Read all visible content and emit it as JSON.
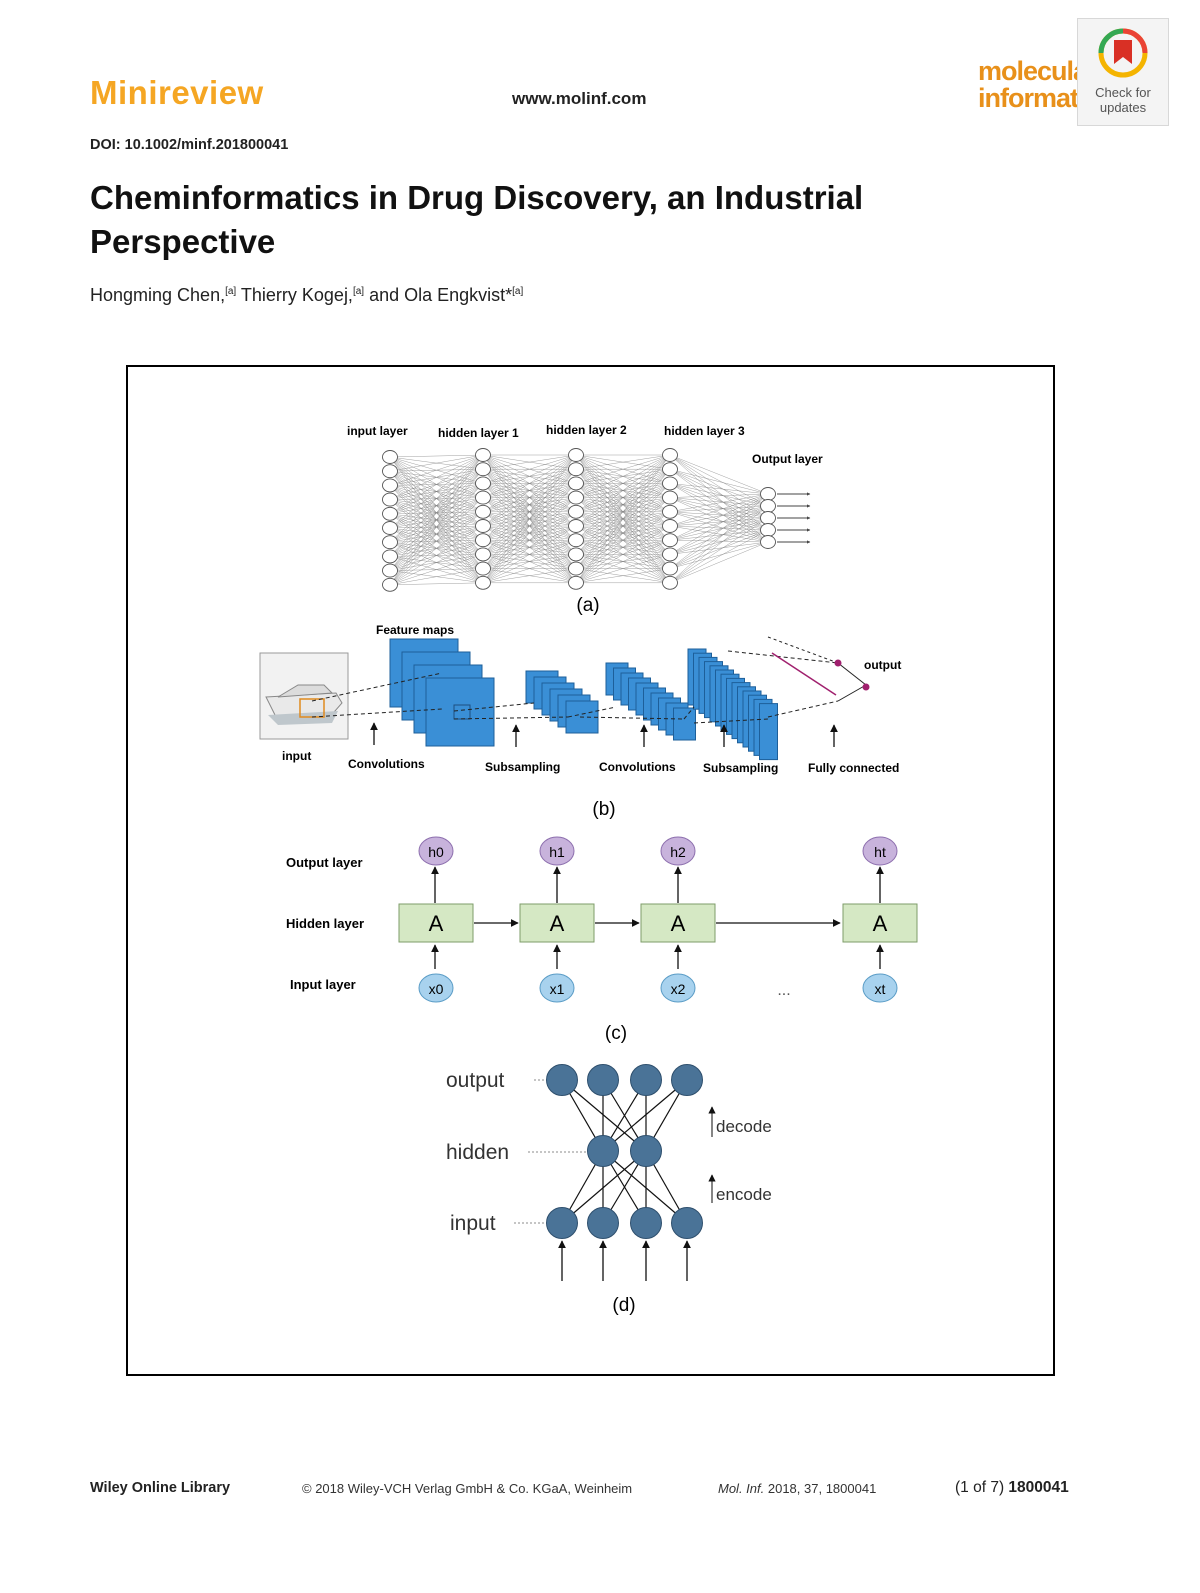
{
  "header": {
    "section_label": "Minireview",
    "url": "www.molinf.com",
    "journal_logo_line1": "molecular",
    "journal_logo_line2": "informatics",
    "check_updates_line1": "Check for",
    "check_updates_line2": "updates"
  },
  "doi": "DOI: 10.1002/minf.201800041",
  "title": "Cheminformatics in Drug Discovery, an Industrial Perspective",
  "authors": [
    {
      "name": "Hongming Chen,",
      "affil": "[a]"
    },
    {
      "name": " Thierry Kogej,",
      "affil": "[a]"
    },
    {
      "name": " and Ola Engkvist*",
      "affil": "[a]"
    }
  ],
  "figure": {
    "panel_a": {
      "caption": "(a)",
      "layer_labels": [
        "input layer",
        "hidden layer 1",
        "hidden layer 2",
        "hidden layer 3",
        "Output layer"
      ],
      "node_counts": [
        10,
        10,
        10,
        10,
        5
      ]
    },
    "panel_b": {
      "caption": "(b)",
      "feature_maps_label": "Feature maps",
      "output_label": "output",
      "stage_labels": [
        "input",
        "Convolutions",
        "Subsampling",
        "Convolutions",
        "Subsampling",
        "Fully connected"
      ],
      "colors": {
        "map_fill": "#3a8fd6",
        "map_stroke": "#1d5f9a",
        "output_node": "#a0206e"
      }
    },
    "panel_c": {
      "caption": "(c)",
      "row_labels": [
        "Output layer",
        "Hidden layer",
        "Input layer"
      ],
      "cell_label": "A",
      "outputs": [
        "h0",
        "h1",
        "h2",
        "ht"
      ],
      "inputs": [
        "x0",
        "x1",
        "x2",
        "xt"
      ],
      "ellipsis": "...",
      "colors": {
        "cell_fill": "#d5e8c4",
        "output_fill": "#c8b3dc",
        "input_fill": "#a8d2ee"
      }
    },
    "panel_d": {
      "caption": "(d)",
      "row_labels": [
        "output",
        "hidden",
        "input"
      ],
      "arrow_labels": [
        "decode",
        "encode"
      ],
      "node_counts": [
        4,
        2,
        4
      ],
      "colors": {
        "node_fill": "#4a7397"
      }
    }
  },
  "footer": {
    "library": "Wiley Online Library",
    "copyright": "© 2018 Wiley-VCH Verlag GmbH & Co. KGaA, Weinheim",
    "journal_abbrev": "Mol. Inf.",
    "year_volume": " 2018, 37, 1800041",
    "page_range": "(1 of 7) ",
    "article_number": "1800041"
  }
}
